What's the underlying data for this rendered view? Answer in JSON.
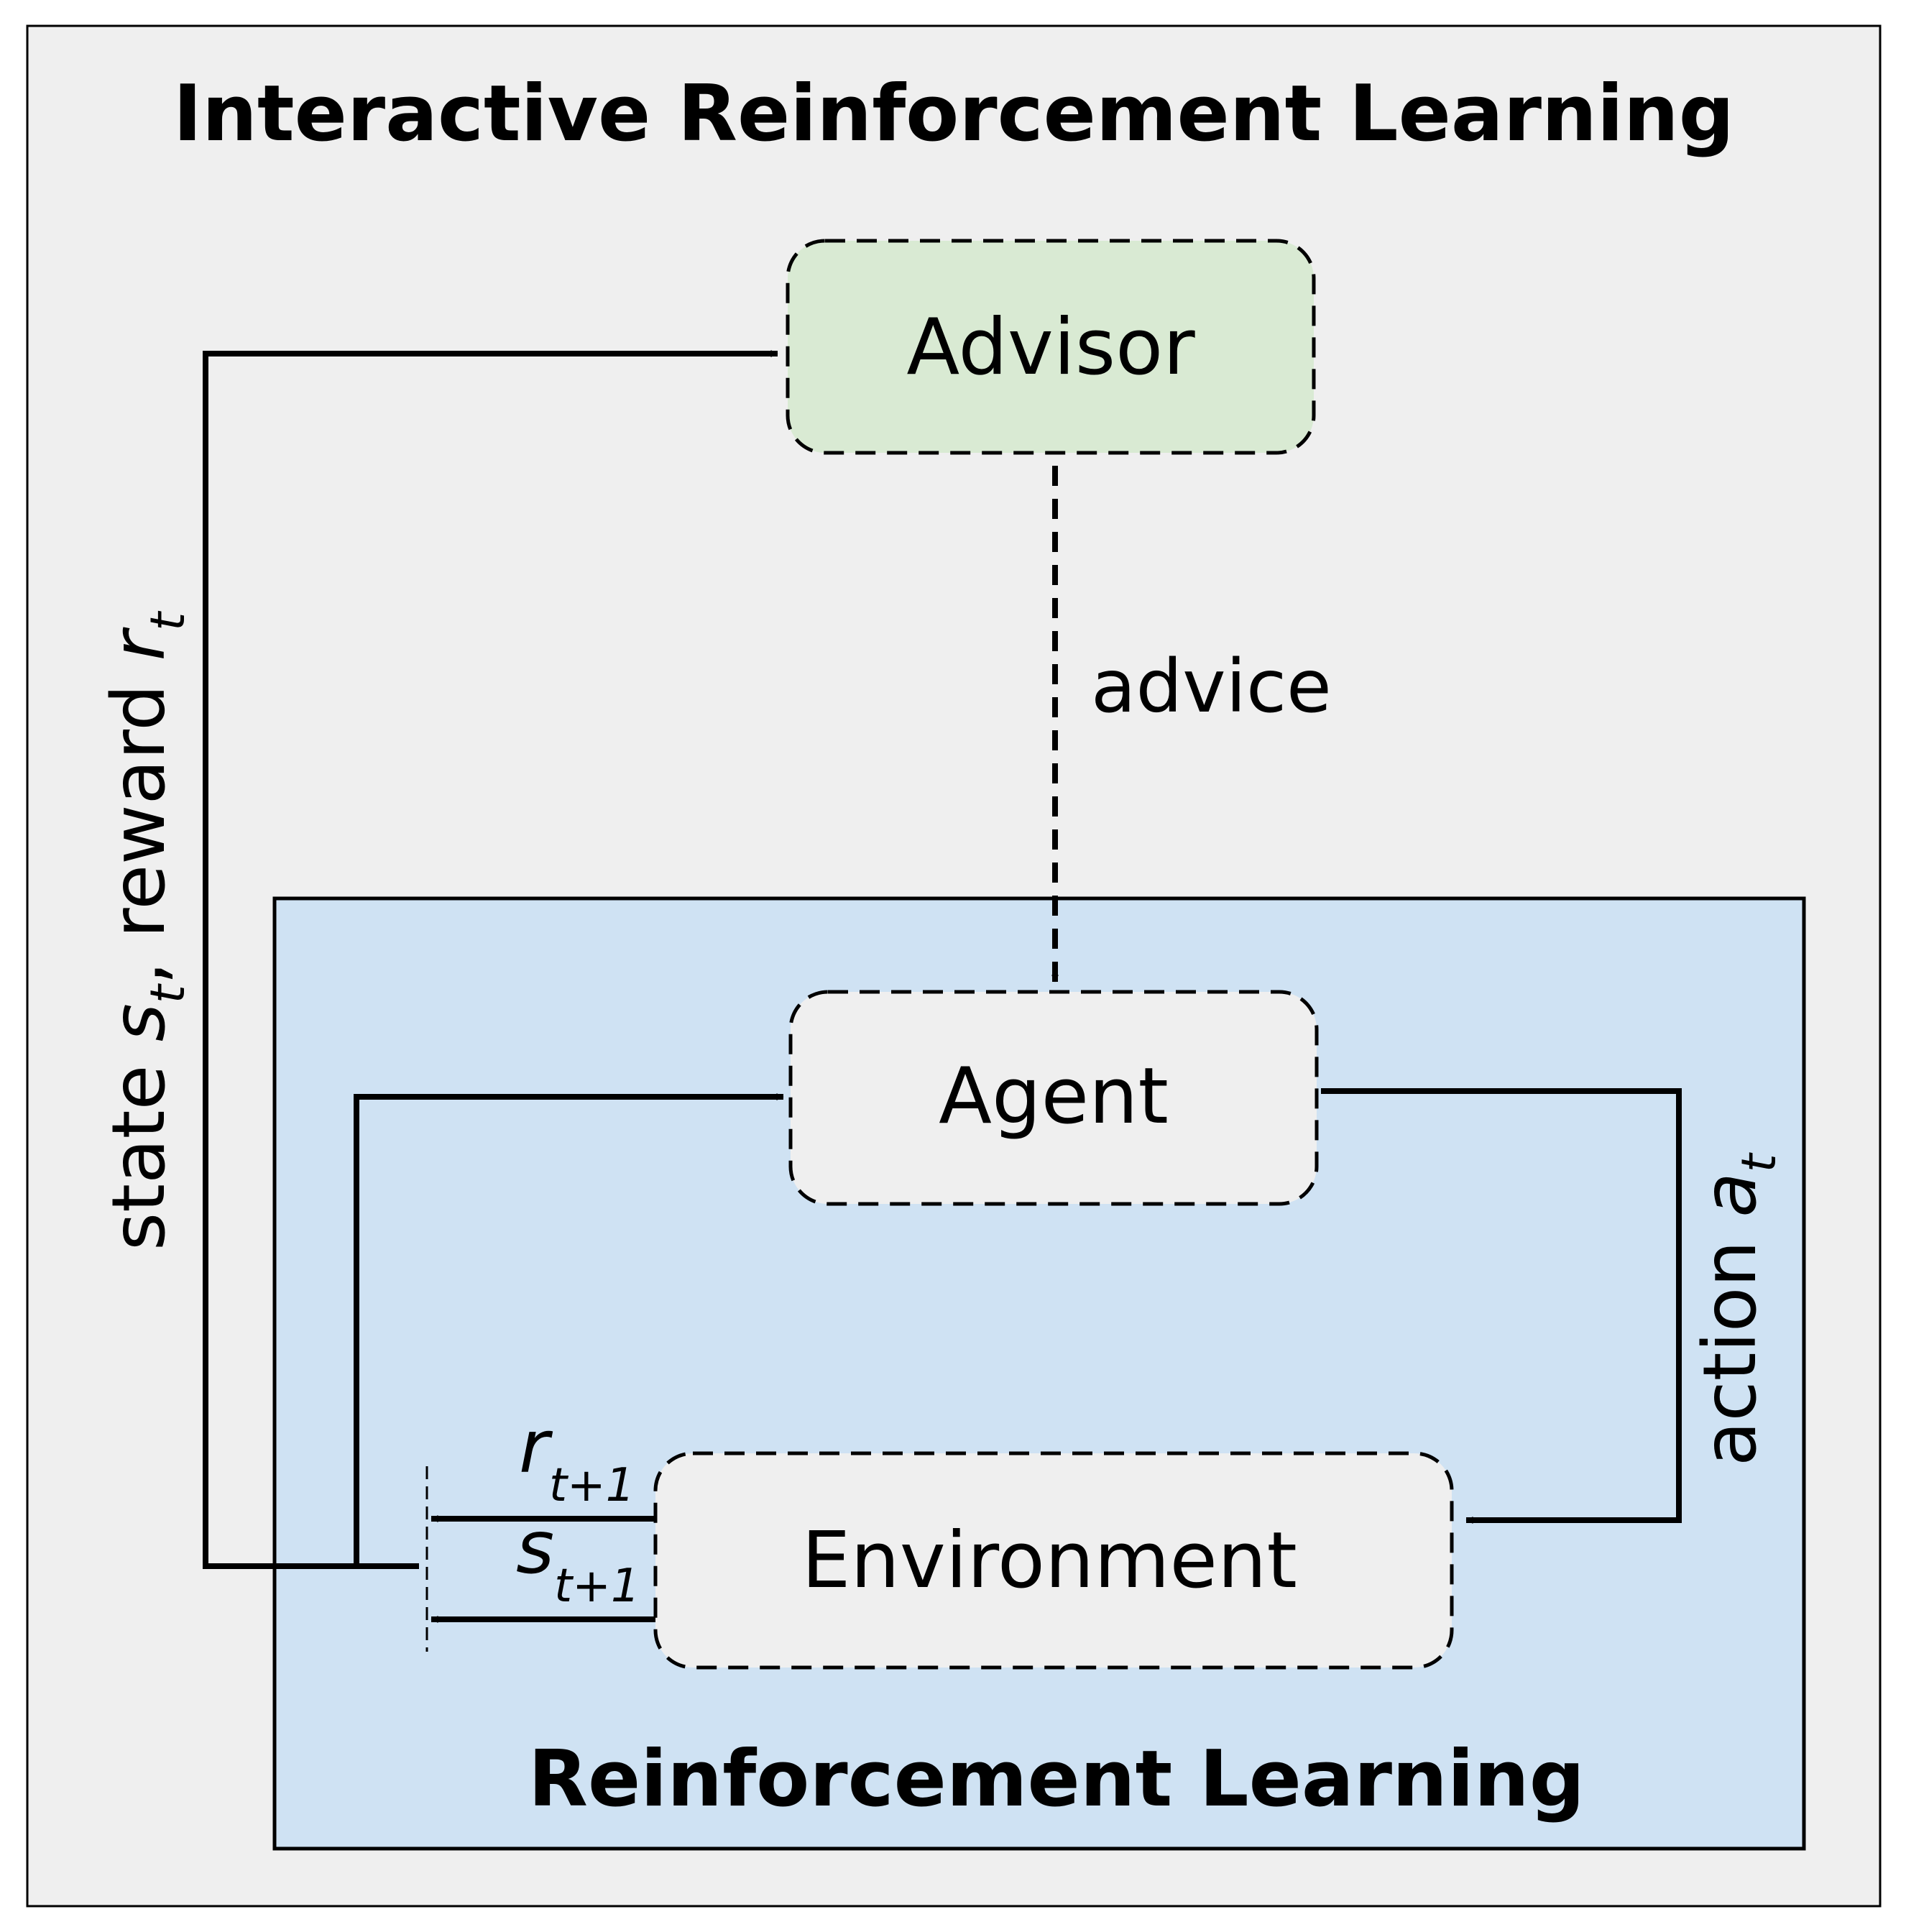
{
  "title": "Interactive Reinforcement Learning",
  "inner_title": "Reinforcement Learning",
  "nodes": {
    "advisor": "Advisor",
    "agent": "Agent",
    "environment": "Environment"
  },
  "edges": {
    "advice": "advice",
    "state_reward": {
      "state_word": "state ",
      "s": "s",
      "s_sub": "t",
      "separator": ", reward ",
      "r": "r",
      "r_sub": "t"
    },
    "action": {
      "word": "action ",
      "a": "a",
      "sub": "t"
    },
    "reward_next": {
      "r": "r",
      "sub": "t+1"
    },
    "state_next": {
      "s": "s",
      "sub": "t+1"
    }
  },
  "colors": {
    "outer_bg": "#efefef",
    "inner_bg": "#cfe2f3",
    "advisor_fill": "#d9ead3",
    "node_fill": "#efefef",
    "stroke": "#000000"
  }
}
